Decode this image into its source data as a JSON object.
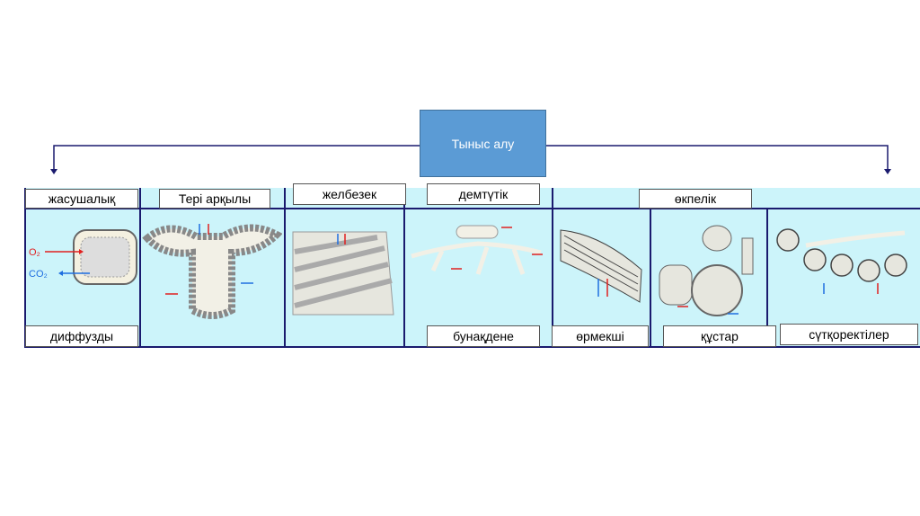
{
  "root": {
    "label": "Тыныс алу"
  },
  "top_labels": [
    "жасушалық",
    "Тері арқылы",
    "желбезек",
    "демтүтік",
    "өкпелік"
  ],
  "bottom_labels": [
    "диффузды",
    "бунақдене",
    "өрмекші",
    "құстар",
    "сүтқоректілер"
  ],
  "cell_diagram": {
    "o2": "O₂",
    "co2": "CO₂"
  },
  "colors": {
    "root_fill": "#5b9bd5",
    "panel": "#ccf4fa",
    "divider": "#1a1a6e",
    "o2_arrow": "#e02020",
    "co2_arrow": "#1e6ee0"
  }
}
